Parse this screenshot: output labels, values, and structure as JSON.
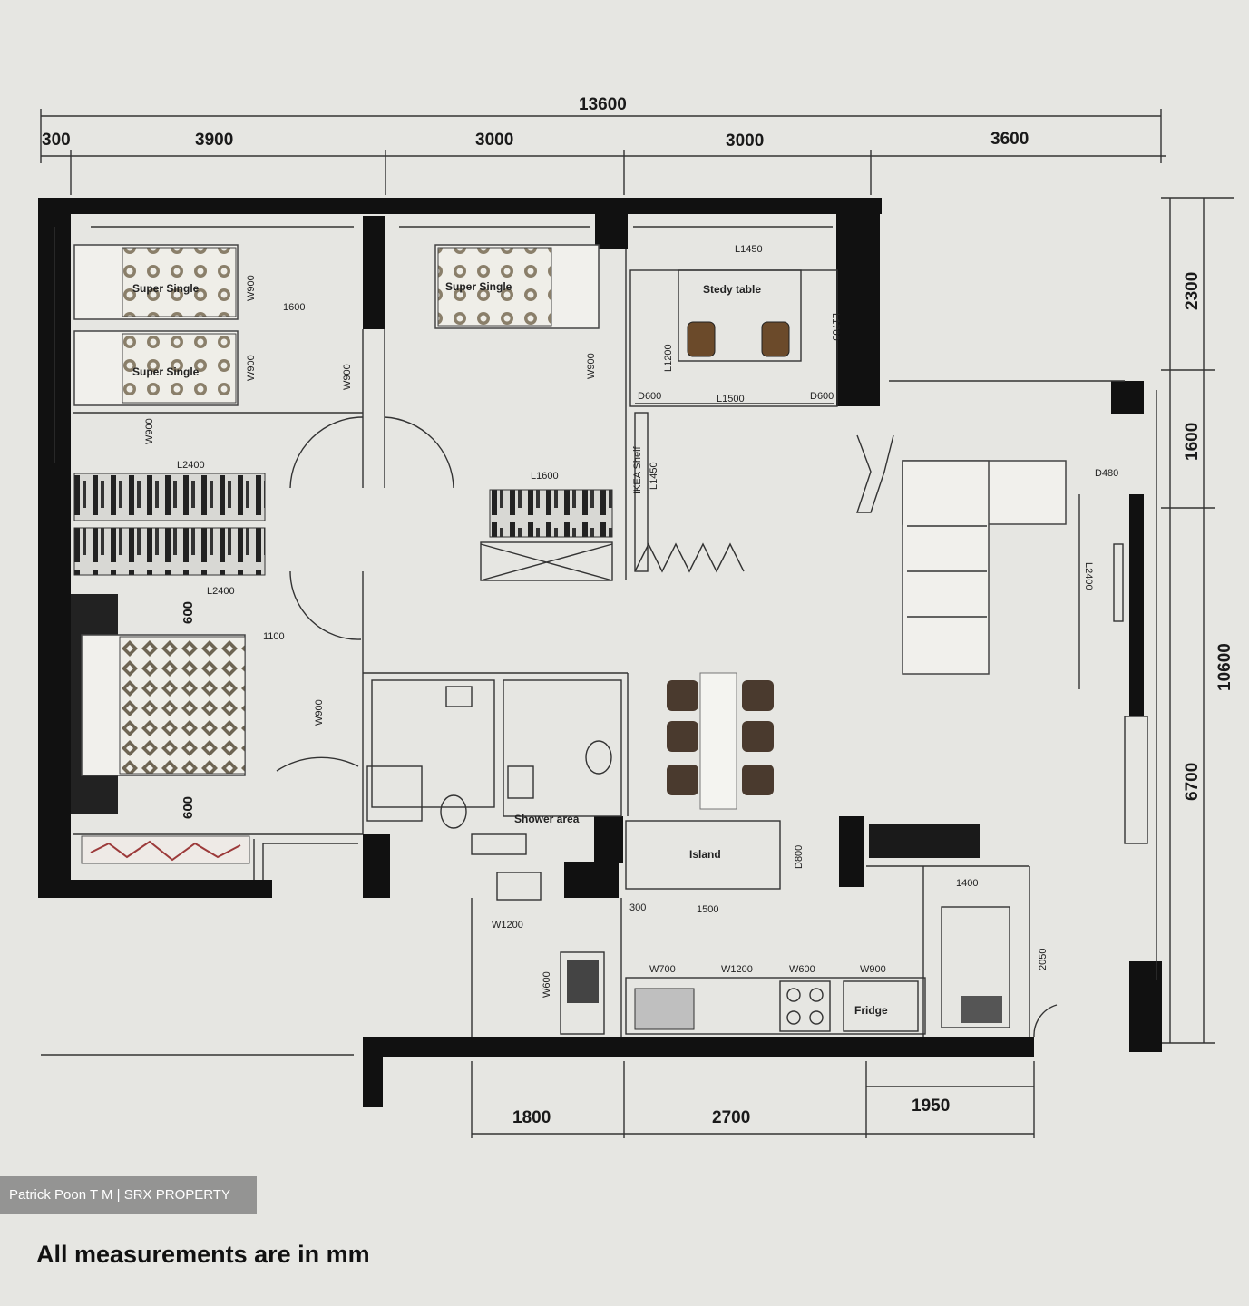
{
  "dimensions": {
    "top_total": "13600",
    "top_segments": [
      "300",
      "3900",
      "3000",
      "3000",
      "3600"
    ],
    "right_segments": [
      "2300",
      "1600",
      "6700"
    ],
    "right_total": "10600",
    "bottom_segments": [
      "1800",
      "2700",
      "1950"
    ]
  },
  "labels": {
    "super_single_1": "Super Single",
    "super_single_2": "Super Single",
    "super_single_3": "Super Single",
    "study_table": "Stedy table",
    "shower_area": "Shower area",
    "island": "Island",
    "fridge": "Fridge",
    "ikea_shelf": "IKEA Shelf",
    "wardrobe_l2400_top": "L2400",
    "wardrobe_l2400_bottom": "L2400",
    "wardrobe_l1600": "L1600",
    "w900_a": "W900",
    "w900_b": "W900",
    "w900_c": "W900",
    "w900_d": "W900",
    "w900_e": "W900",
    "w900_f": "W900",
    "m1600": "1600",
    "m600_a": "600",
    "m600_b": "600",
    "m1100": "1100",
    "l1450": "L1450",
    "l1200": "L1200",
    "l1500": "L1500",
    "d600_a": "D600",
    "d600_b": "D600",
    "l1450_b": "L1450",
    "l1700": "L1700",
    "d480": "D480",
    "l2400_side": "L2400",
    "d800": "D800",
    "m300": "300",
    "m1500": "1500",
    "w1200_a": "W1200",
    "w600_a": "W600",
    "w700": "W700",
    "w1200_b": "W1200",
    "w600_b": "W600",
    "w900_g": "W900",
    "m1400": "1400",
    "m2050": "2050"
  },
  "watermark": "Patrick Poon T M | SRX PROPERTY",
  "note": "All measurements are in mm",
  "colors": {
    "paper": "#e6e6e2",
    "wall": "#111111",
    "ink": "#1a1a1a"
  }
}
